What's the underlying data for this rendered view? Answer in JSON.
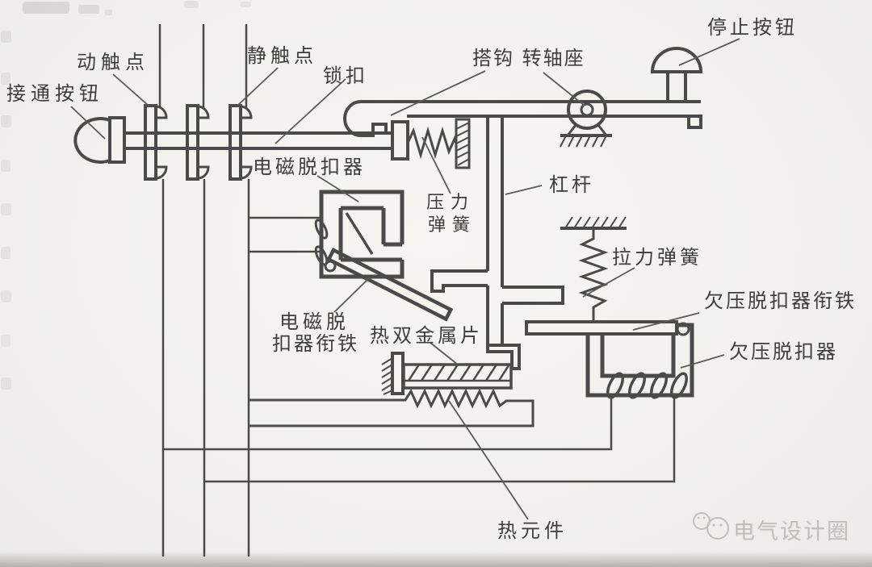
{
  "figure": {
    "type": "mechanical-structure-diagram",
    "labels": {
      "on_button": "接通按钮",
      "moving_contact": "动触点",
      "static_contact": "静触点",
      "latch": "锁扣",
      "em_release": "电磁脱扣器",
      "hook_and_pivot": "搭钩 转轴座",
      "stop_button": "停止按钮",
      "pressure_spring_line1": "压力",
      "pressure_spring_line2": "弹簧",
      "lever": "杠杆",
      "tension_spring": "拉力弹簧",
      "uv_release_armature": "欠压脱扣器衔铁",
      "uv_release": "欠压脱扣器",
      "em_armature_line1": "电磁脱",
      "em_armature_line2": "扣器衔铁",
      "bimetal_strip": "热双金属片",
      "heater_element": "热元件"
    },
    "watermark": {
      "text": "电气设计圈"
    },
    "colors": {
      "paper": "#f3f2ef",
      "ink": "#4a4a4a",
      "pointer_line": "#5a5a5a",
      "label_text": "#3d3d3d",
      "watermark": "#c2bfbb"
    }
  }
}
